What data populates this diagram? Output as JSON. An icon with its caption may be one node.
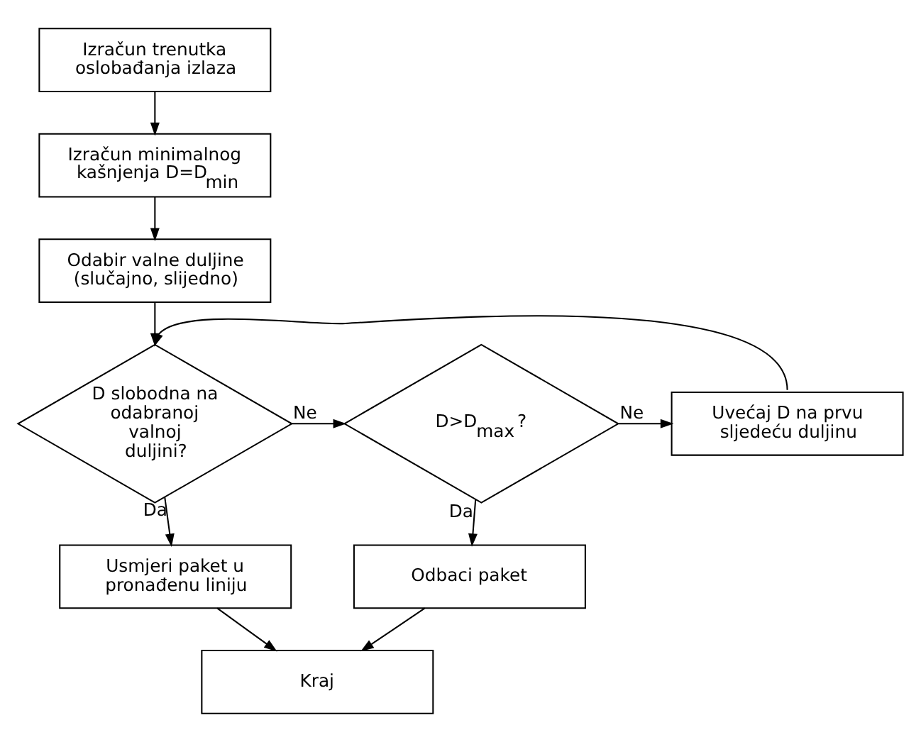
{
  "diagram": {
    "nodes": [
      {
        "text": [
          "Izračun trenutka oslobađanja izlaza"
        ]
      },
      {
        "text": [
          "Izračun minimalnog kašnjenja D=D$_{min}$"
        ]
      },
      {
        "text": [
          "Odabir valne duljine (slučajno, slijedno)"
        ]
      },
      {
        "text": [
          "D slobodna na odabranoj valnoj duljini?"
        ]
      },
      {
        "text": [
          "D>D$_{max}$ ?"
        ]
      },
      {
        "text": [
          "Uvećaj D na prvu sljedeću duljinu"
        ]
      },
      {
        "text": [
          "Usmjeri paket u pronađenu liniju"
        ]
      },
      {
        "text": [
          "Odbaci paket"
        ]
      },
      {
        "text": [
          "Kraj"
        ]
      }
    ],
    "edges": [
      {
        "from": 0,
        "to": 1,
        "arrow": "to"
      },
      {
        "from": 1,
        "to": 2,
        "arrow": "to"
      },
      {
        "from": 2,
        "to": 3,
        "arrow": "to"
      },
      {
        "from": 3,
        "to": 4,
        "arrow": "to",
        "label": "Ne"
      },
      {
        "from": 4,
        "to": 5,
        "arrow": "to",
        "label": "Ne"
      },
      {
        "from": 5,
        "to": 3,
        "arrow": "to"
      },
      {
        "from": 3,
        "to": 6,
        "arrow": "to",
        "label": "Da"
      },
      {
        "from": 4,
        "to": 7,
        "arrow": "to",
        "label": "Da"
      },
      {
        "from": 6,
        "to": 8,
        "arrow": "to"
      },
      {
        "from": 7,
        "to": 8,
        "arrow": "to"
      }
    ]
  }
}
